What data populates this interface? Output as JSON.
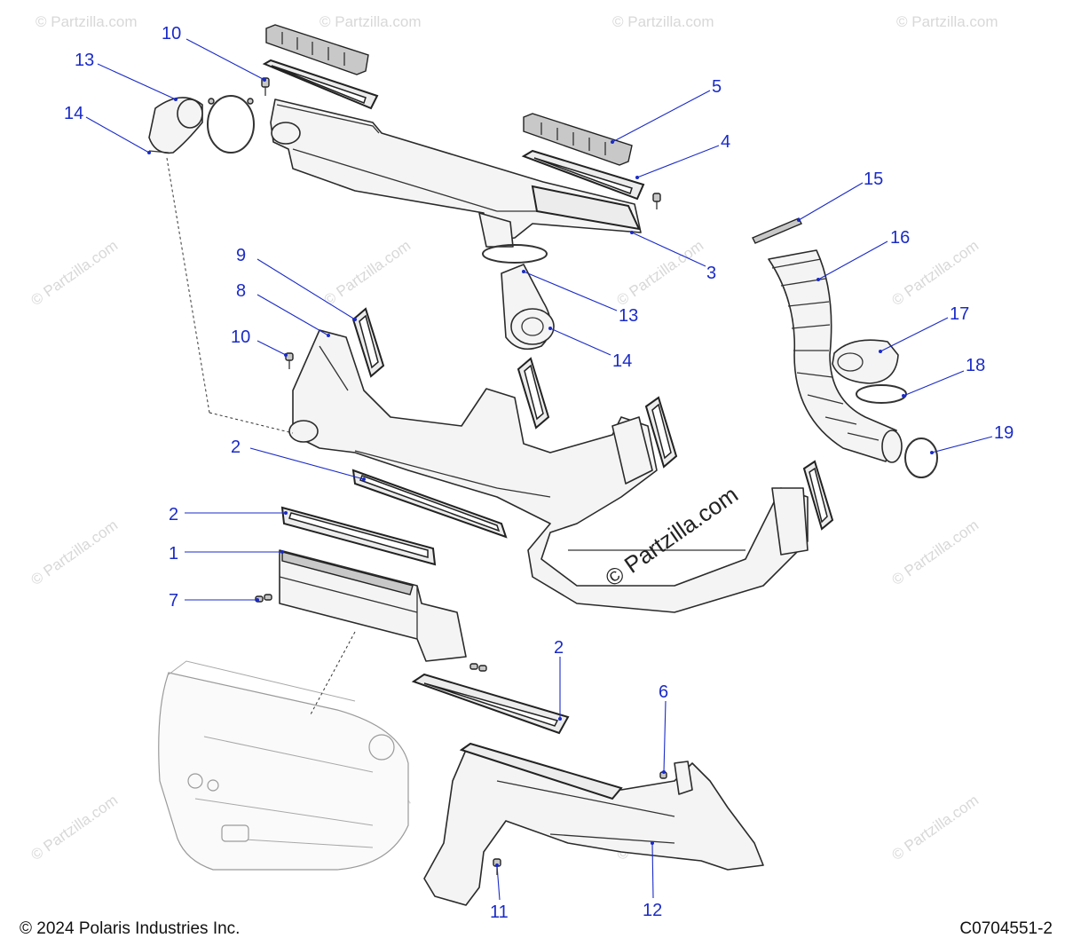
{
  "footer": {
    "copyright": "© 2024 Polaris Industries Inc.",
    "part_number": "C0704551-2"
  },
  "watermark": {
    "text": "© Partzilla.com"
  },
  "callouts": [
    {
      "id": "c10a",
      "label": "10"
    },
    {
      "id": "c13a",
      "label": "13"
    },
    {
      "id": "c14a",
      "label": "14"
    },
    {
      "id": "c5",
      "label": "5"
    },
    {
      "id": "c4",
      "label": "4"
    },
    {
      "id": "c3",
      "label": "3"
    },
    {
      "id": "c15",
      "label": "15"
    },
    {
      "id": "c16",
      "label": "16"
    },
    {
      "id": "c17",
      "label": "17"
    },
    {
      "id": "c18",
      "label": "18"
    },
    {
      "id": "c19",
      "label": "19"
    },
    {
      "id": "c9",
      "label": "9"
    },
    {
      "id": "c8",
      "label": "8"
    },
    {
      "id": "c10b",
      "label": "10"
    },
    {
      "id": "c13b",
      "label": "13"
    },
    {
      "id": "c14b",
      "label": "14"
    },
    {
      "id": "c2a",
      "label": "2"
    },
    {
      "id": "c2b",
      "label": "2"
    },
    {
      "id": "c1",
      "label": "1"
    },
    {
      "id": "c7",
      "label": "7"
    },
    {
      "id": "c2c",
      "label": "2"
    },
    {
      "id": "c6",
      "label": "6"
    },
    {
      "id": "c11",
      "label": "11"
    },
    {
      "id": "c12",
      "label": "12"
    }
  ],
  "colors": {
    "callout": "#1a2bc8",
    "outline": "#2a2a2a",
    "watermark": "#d8d8d8"
  }
}
